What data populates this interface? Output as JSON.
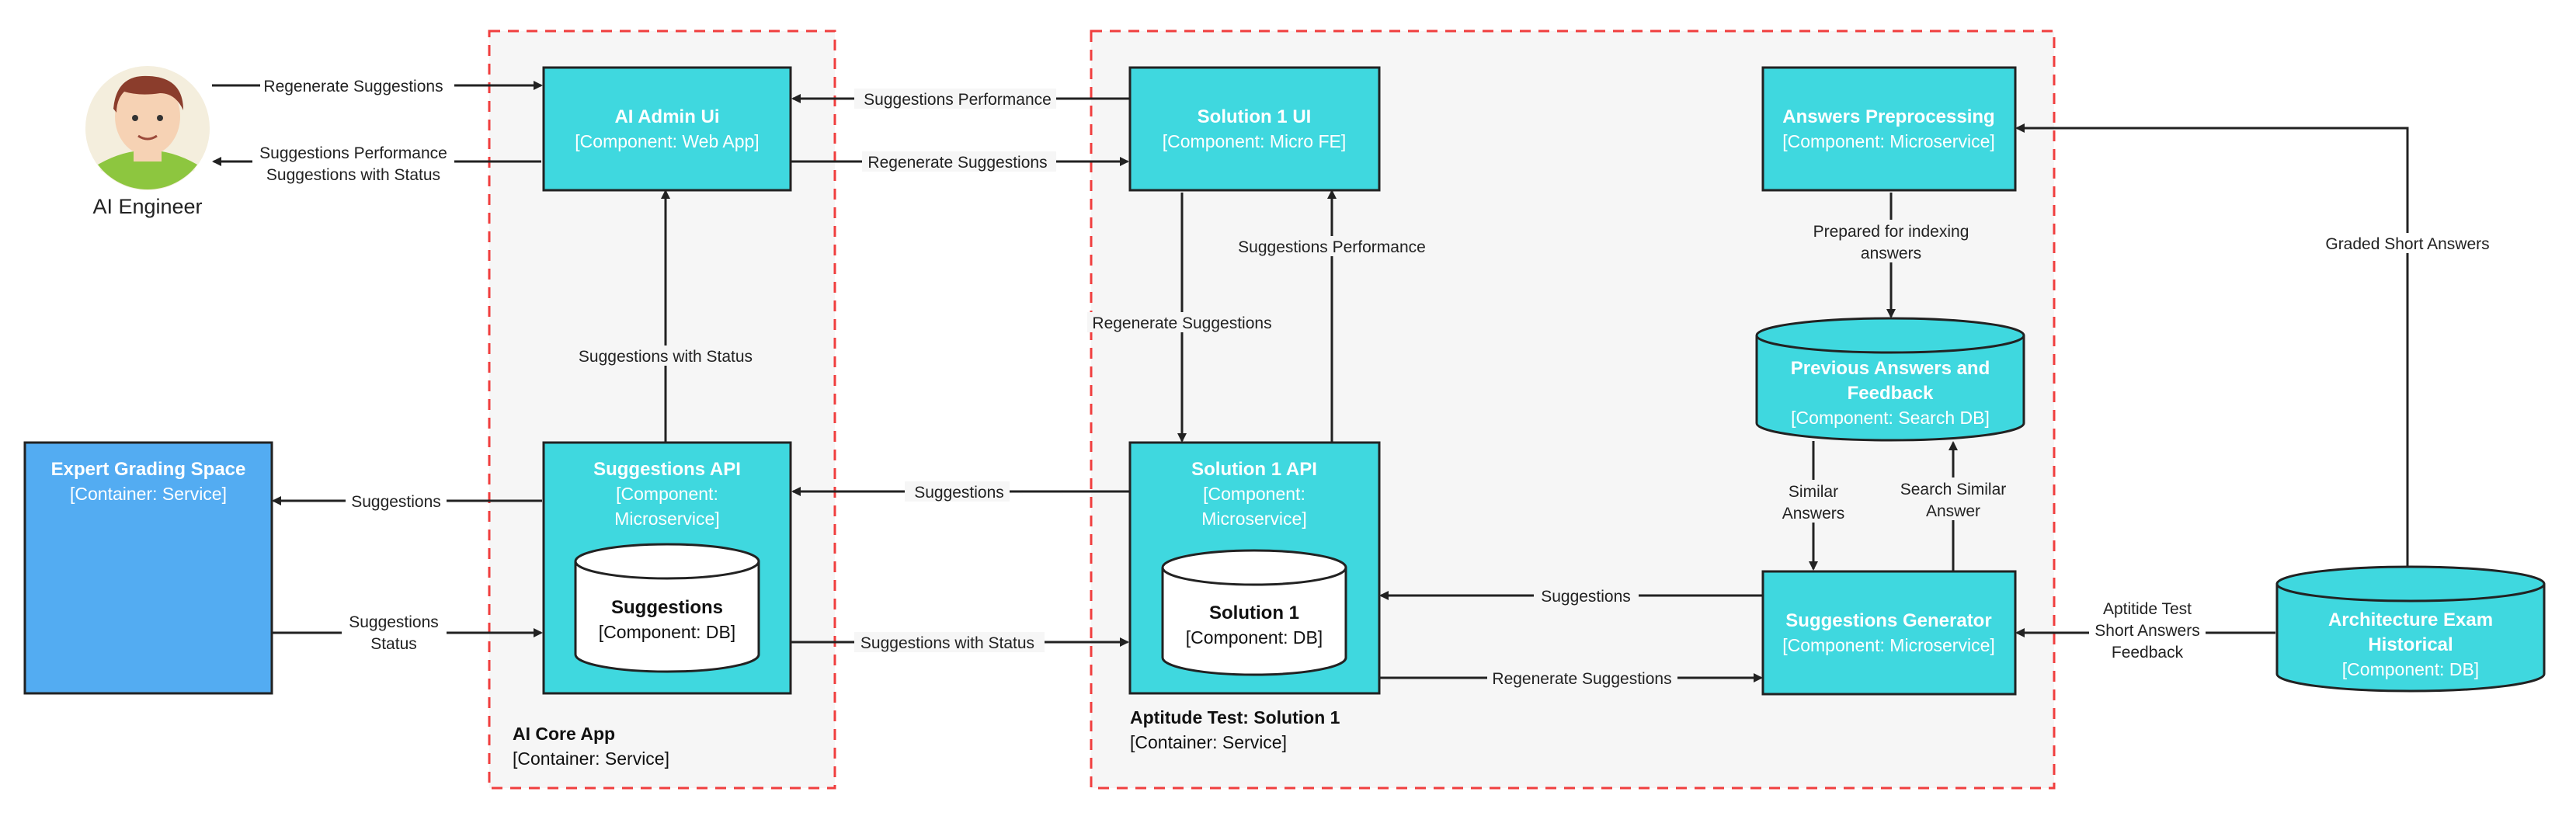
{
  "actors": {
    "ai_engineer": {
      "name": "AI Engineer"
    }
  },
  "groups": {
    "ai_core_app": {
      "title": "AI Core App",
      "subtitle": "[Container: Service]"
    },
    "aptitude_test": {
      "title": "Aptitude Test: Solution 1",
      "subtitle": "[Container: Service]"
    }
  },
  "boxes": {
    "ai_admin_ui": {
      "title": "AI Admin Ui",
      "subtitle": "[Component: Web App]"
    },
    "suggestions_api": {
      "title": "Suggestions API",
      "subtitle_1": "[Component:",
      "subtitle_2": "Microservice]"
    },
    "solution1_ui": {
      "title": "Solution 1 UI",
      "subtitle": "[Component: Micro FE]"
    },
    "solution1_api": {
      "title": "Solution 1 API",
      "subtitle_1": "[Component:",
      "subtitle_2": "Microservice]"
    },
    "answers_preprocessing": {
      "title": "Answers Preprocessing",
      "subtitle": "[Component: Microservice]"
    },
    "suggestions_generator": {
      "title": "Suggestions Generator",
      "subtitle": "[Component: Microservice]"
    },
    "expert_grading_space": {
      "title": "Expert Grading Space",
      "subtitle": "[Container: Service]"
    }
  },
  "databases": {
    "suggestions_db": {
      "title": "Suggestions",
      "subtitle": "[Component: DB]"
    },
    "solution1_db": {
      "title": "Solution 1",
      "subtitle": "[Component: DB]"
    },
    "previous_answers": {
      "title_1": "Previous Answers and",
      "title_2": "Feedback",
      "subtitle": "[Component: Search DB]"
    },
    "architecture_exam": {
      "title_1": "Architecture Exam",
      "title_2": "Historical",
      "subtitle": "[Component: DB]"
    }
  },
  "edges": {
    "engineer_to_admin": "Regenerate Suggestions",
    "admin_to_engineer_1": "Suggestions Performance",
    "admin_to_engineer_2": "Suggestions with Status",
    "ui_to_admin": "Suggestions Performance",
    "admin_to_ui": "Regenerate Suggestions",
    "ui_to_api": "Regenerate Suggestions",
    "api_to_ui": "Suggestions Performance",
    "sapi_to_admin": "Suggestions with Status",
    "sapi_to_expert": "Suggestions",
    "expert_to_sapi_1": "Suggestions",
    "expert_to_sapi_2": "Status",
    "s1api_to_sapi": "Suggestions",
    "sapi_to_s1api": "Suggestions with Status",
    "gen_to_s1api": "Suggestions",
    "s1api_to_gen": "Regenerate Suggestions",
    "pre_to_prev_1": "Prepared for indexing",
    "pre_to_prev_2": "answers",
    "prev_to_gen_1": "Similar",
    "prev_to_gen_2": "Answers",
    "gen_to_prev_1": "Search Similar",
    "gen_to_prev_2": "Answer",
    "exam_to_pre": "Graded Short Answers",
    "exam_to_gen_1": "Aptitide Test",
    "exam_to_gen_2": "Short Answers",
    "exam_to_gen_3": "Feedback"
  },
  "colors": {
    "component": "#3fd8df",
    "container": "#53acf2",
    "group_border": "#f03e3e",
    "group_fill": "#f6f6f6",
    "edge": "#222222"
  }
}
